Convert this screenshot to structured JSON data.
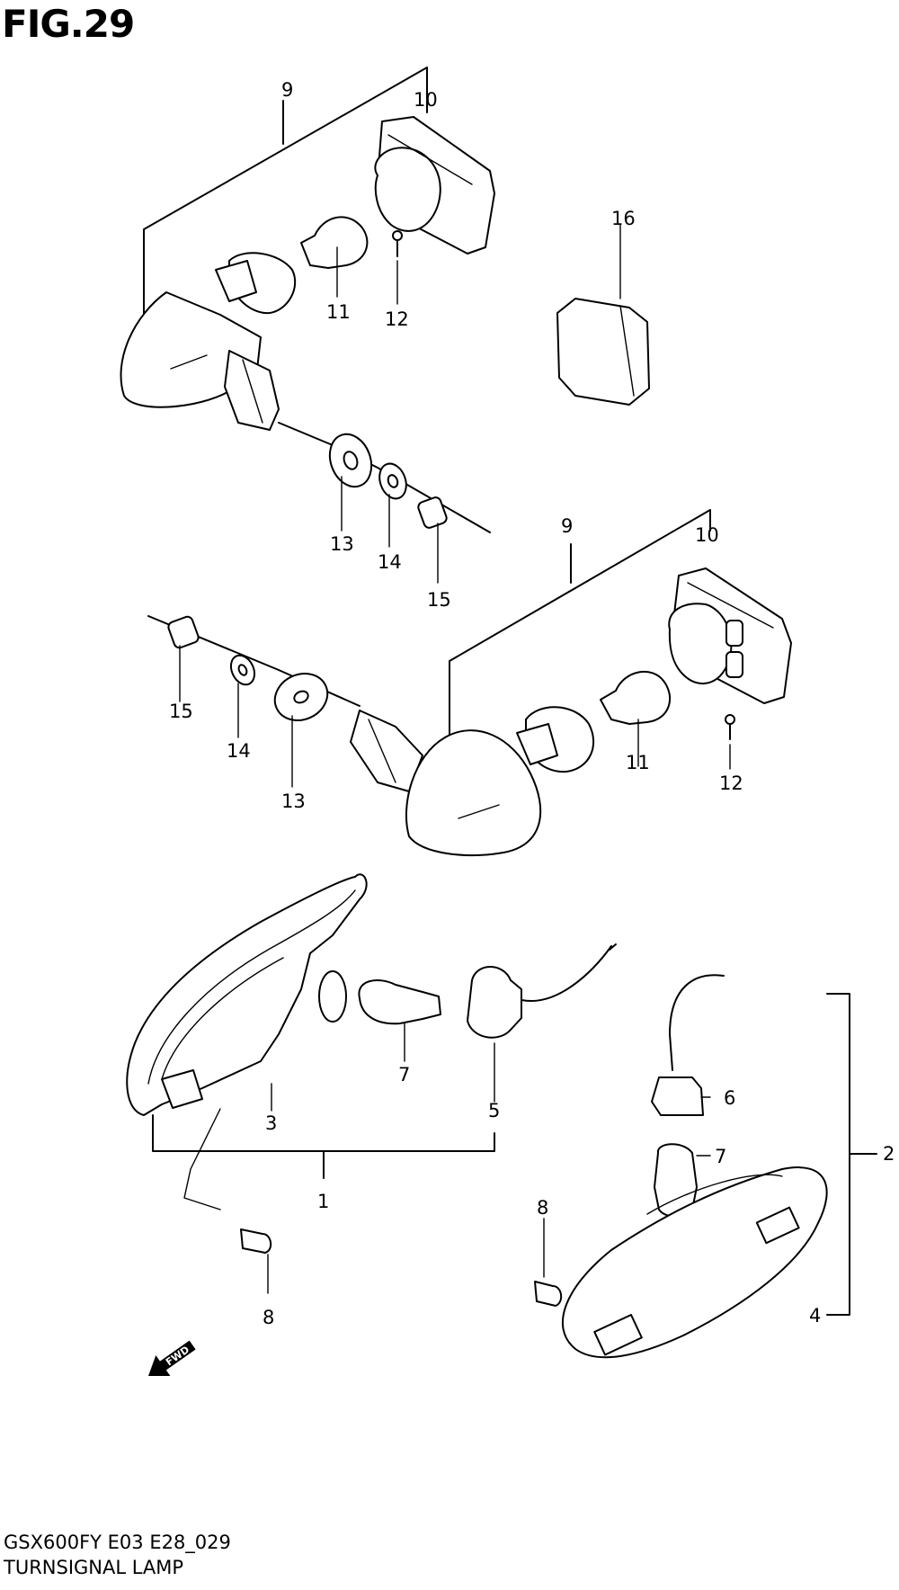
{
  "figure": {
    "title": "FIG.29",
    "model_code": "GSX600FY E03 E28_029",
    "part_group": "TURNSIGNAL LAMP",
    "fwd_label": "FWD"
  },
  "callouts": {
    "c1": "1",
    "c2": "2",
    "c3": "3",
    "c4": "4",
    "c5": "5",
    "c6": "6",
    "c7a": "7",
    "c7b": "7",
    "c8a": "8",
    "c8b": "8",
    "c9a": "9",
    "c9b": "9",
    "c10a": "10",
    "c10b": "10",
    "c11a": "11",
    "c11b": "11",
    "c12a": "12",
    "c12b": "12",
    "c13a": "13",
    "c13b": "13",
    "c14a": "14",
    "c14b": "14",
    "c15a": "15",
    "c15b": "15",
    "c16": "16"
  },
  "icons": {
    "direction": "fwd-arrow-icon"
  }
}
